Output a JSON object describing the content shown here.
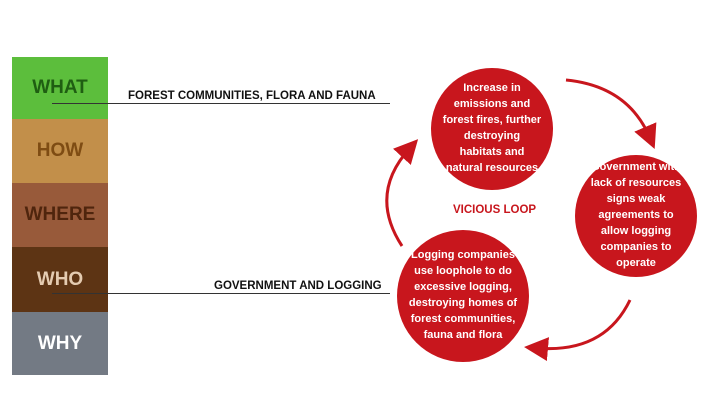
{
  "categories": [
    {
      "id": "what",
      "label": "WHAT"
    },
    {
      "id": "how",
      "label": "HOW"
    },
    {
      "id": "where",
      "label": "WHERE"
    },
    {
      "id": "who",
      "label": "WHO"
    },
    {
      "id": "why",
      "label": "WHY"
    }
  ],
  "connectors": {
    "what_label": "FOREST COMMUNITIES, FLORA AND FAUNA",
    "who_label": "GOVERNMENT AND LOGGING"
  },
  "loop": {
    "label": "VICIOUS LOOP",
    "top_lines": [
      "Increase in",
      "emissions and",
      "forest fires, further",
      "destroying",
      "habitats and",
      "natural resources"
    ],
    "right_lines": [
      "Government with",
      "lack of resources",
      "signs weak",
      "agreements to",
      "allow logging",
      "companies to",
      "operate"
    ],
    "bottom_lines": [
      "Logging companies",
      "use loophole to do",
      "excessive logging,",
      "destroying homes of",
      "forest communities,",
      "fauna and flora"
    ]
  },
  "colors": {
    "what": "#5cbe3c",
    "how": "#c28f4a",
    "where": "#985a3a",
    "who": "#5d3414",
    "why": "#737a84",
    "loop_red": "#c8161d"
  }
}
